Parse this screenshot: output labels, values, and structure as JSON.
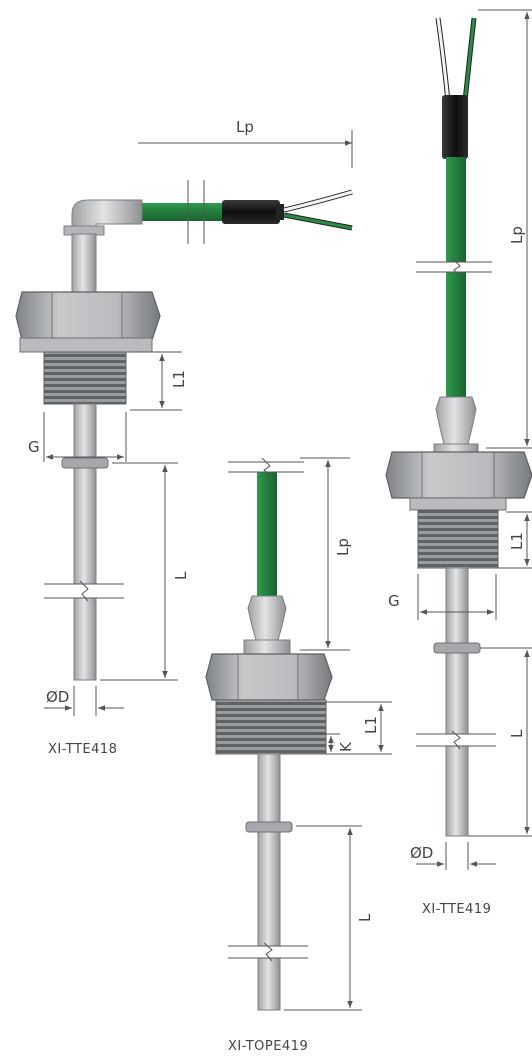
{
  "colors": {
    "steel": "#c4c6c8",
    "steel_dark": "#8a8d90",
    "hex": "#a9acaf",
    "cable": "#1f7a3a",
    "sleeve": "#1a1a1a"
  },
  "left": {
    "caption": "XI-TTE418",
    "lp": "Lp",
    "l1": "L1",
    "g": "G",
    "l": "L",
    "od": "ØD"
  },
  "middle": {
    "caption": "XI-TOPE419",
    "lp": "Lp",
    "l1": "L1",
    "k": "K",
    "l": "L"
  },
  "right": {
    "caption": "XI-TTE419",
    "lp": "Lp",
    "l1": "L1",
    "g": "G",
    "l": "L",
    "od": "ØD"
  }
}
